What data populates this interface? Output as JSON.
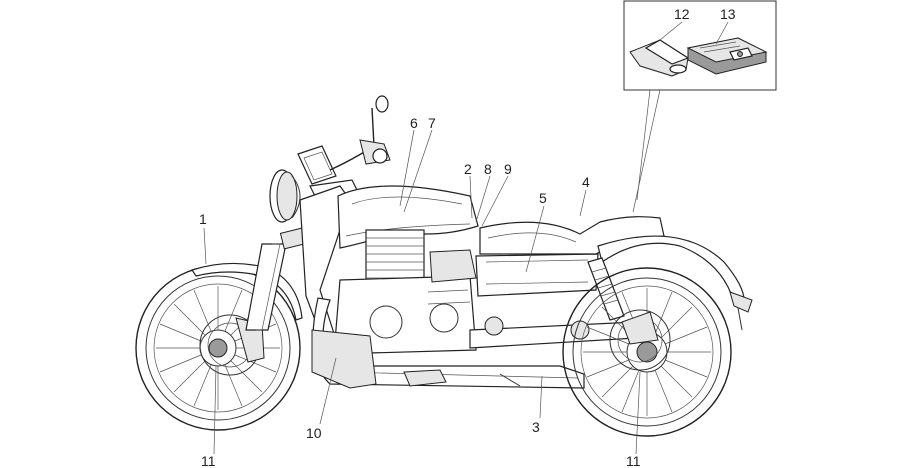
{
  "callouts": {
    "c1": "1",
    "c2": "2",
    "c3": "3",
    "c4": "4",
    "c5": "5",
    "c6": "6",
    "c7": "7",
    "c8": "8",
    "c9": "9",
    "c10": "10",
    "c11_front": "11",
    "c11_rear": "11",
    "c12": "12",
    "c13": "13"
  },
  "colors": {
    "line": "#222222",
    "background": "#ffffff",
    "panel_grey": "#e6e6e6",
    "dark_grey": "#9a9a9a"
  }
}
